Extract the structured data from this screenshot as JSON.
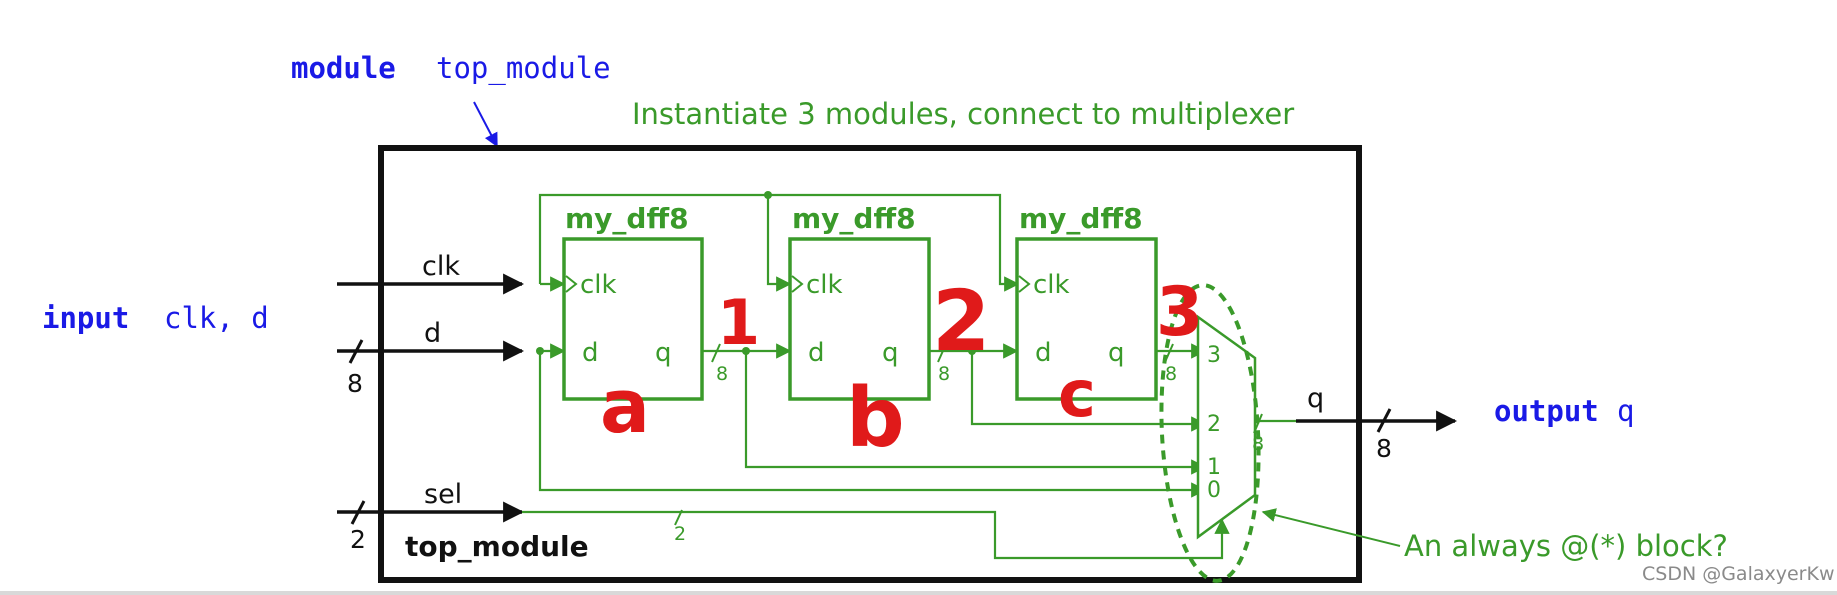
{
  "top_label": {
    "keyword": "module",
    "name": "top_module"
  },
  "instantiate_note": "Instantiate 3 modules, connect to multiplexer",
  "inputs": {
    "keyword": "input",
    "names": "clk, d",
    "clk": "clk",
    "d": "d",
    "d_width": "8",
    "sel": "sel",
    "sel_width": "2"
  },
  "output": {
    "keyword": "output",
    "name": "q",
    "wire_label": "q",
    "width": "8"
  },
  "box_label": "top_module",
  "dffs": [
    {
      "title": "my_dff8",
      "clk": "clk",
      "d": "d",
      "q": "q",
      "bus_width": "8",
      "handwritten": "a"
    },
    {
      "title": "my_dff8",
      "clk": "clk",
      "d": "d",
      "q": "q",
      "bus_width": "8",
      "handwritten": "b"
    },
    {
      "title": "my_dff8",
      "clk": "clk",
      "d": "d",
      "q": "q",
      "bus_width": "8",
      "handwritten": "c"
    }
  ],
  "handwritten_numbers": [
    "1",
    "2",
    "3"
  ],
  "mux": {
    "inputs": [
      "3",
      "2",
      "1",
      "0"
    ],
    "out_width": "8",
    "sel_width": "2"
  },
  "always_note": "An always @(*) block?",
  "watermark": "CSDN @GalaxyerKw",
  "colors": {
    "keyword": "#1a1ae6",
    "circuit": "#3a9a2a",
    "annotation": "#e01a1a",
    "frame": "#111111"
  }
}
